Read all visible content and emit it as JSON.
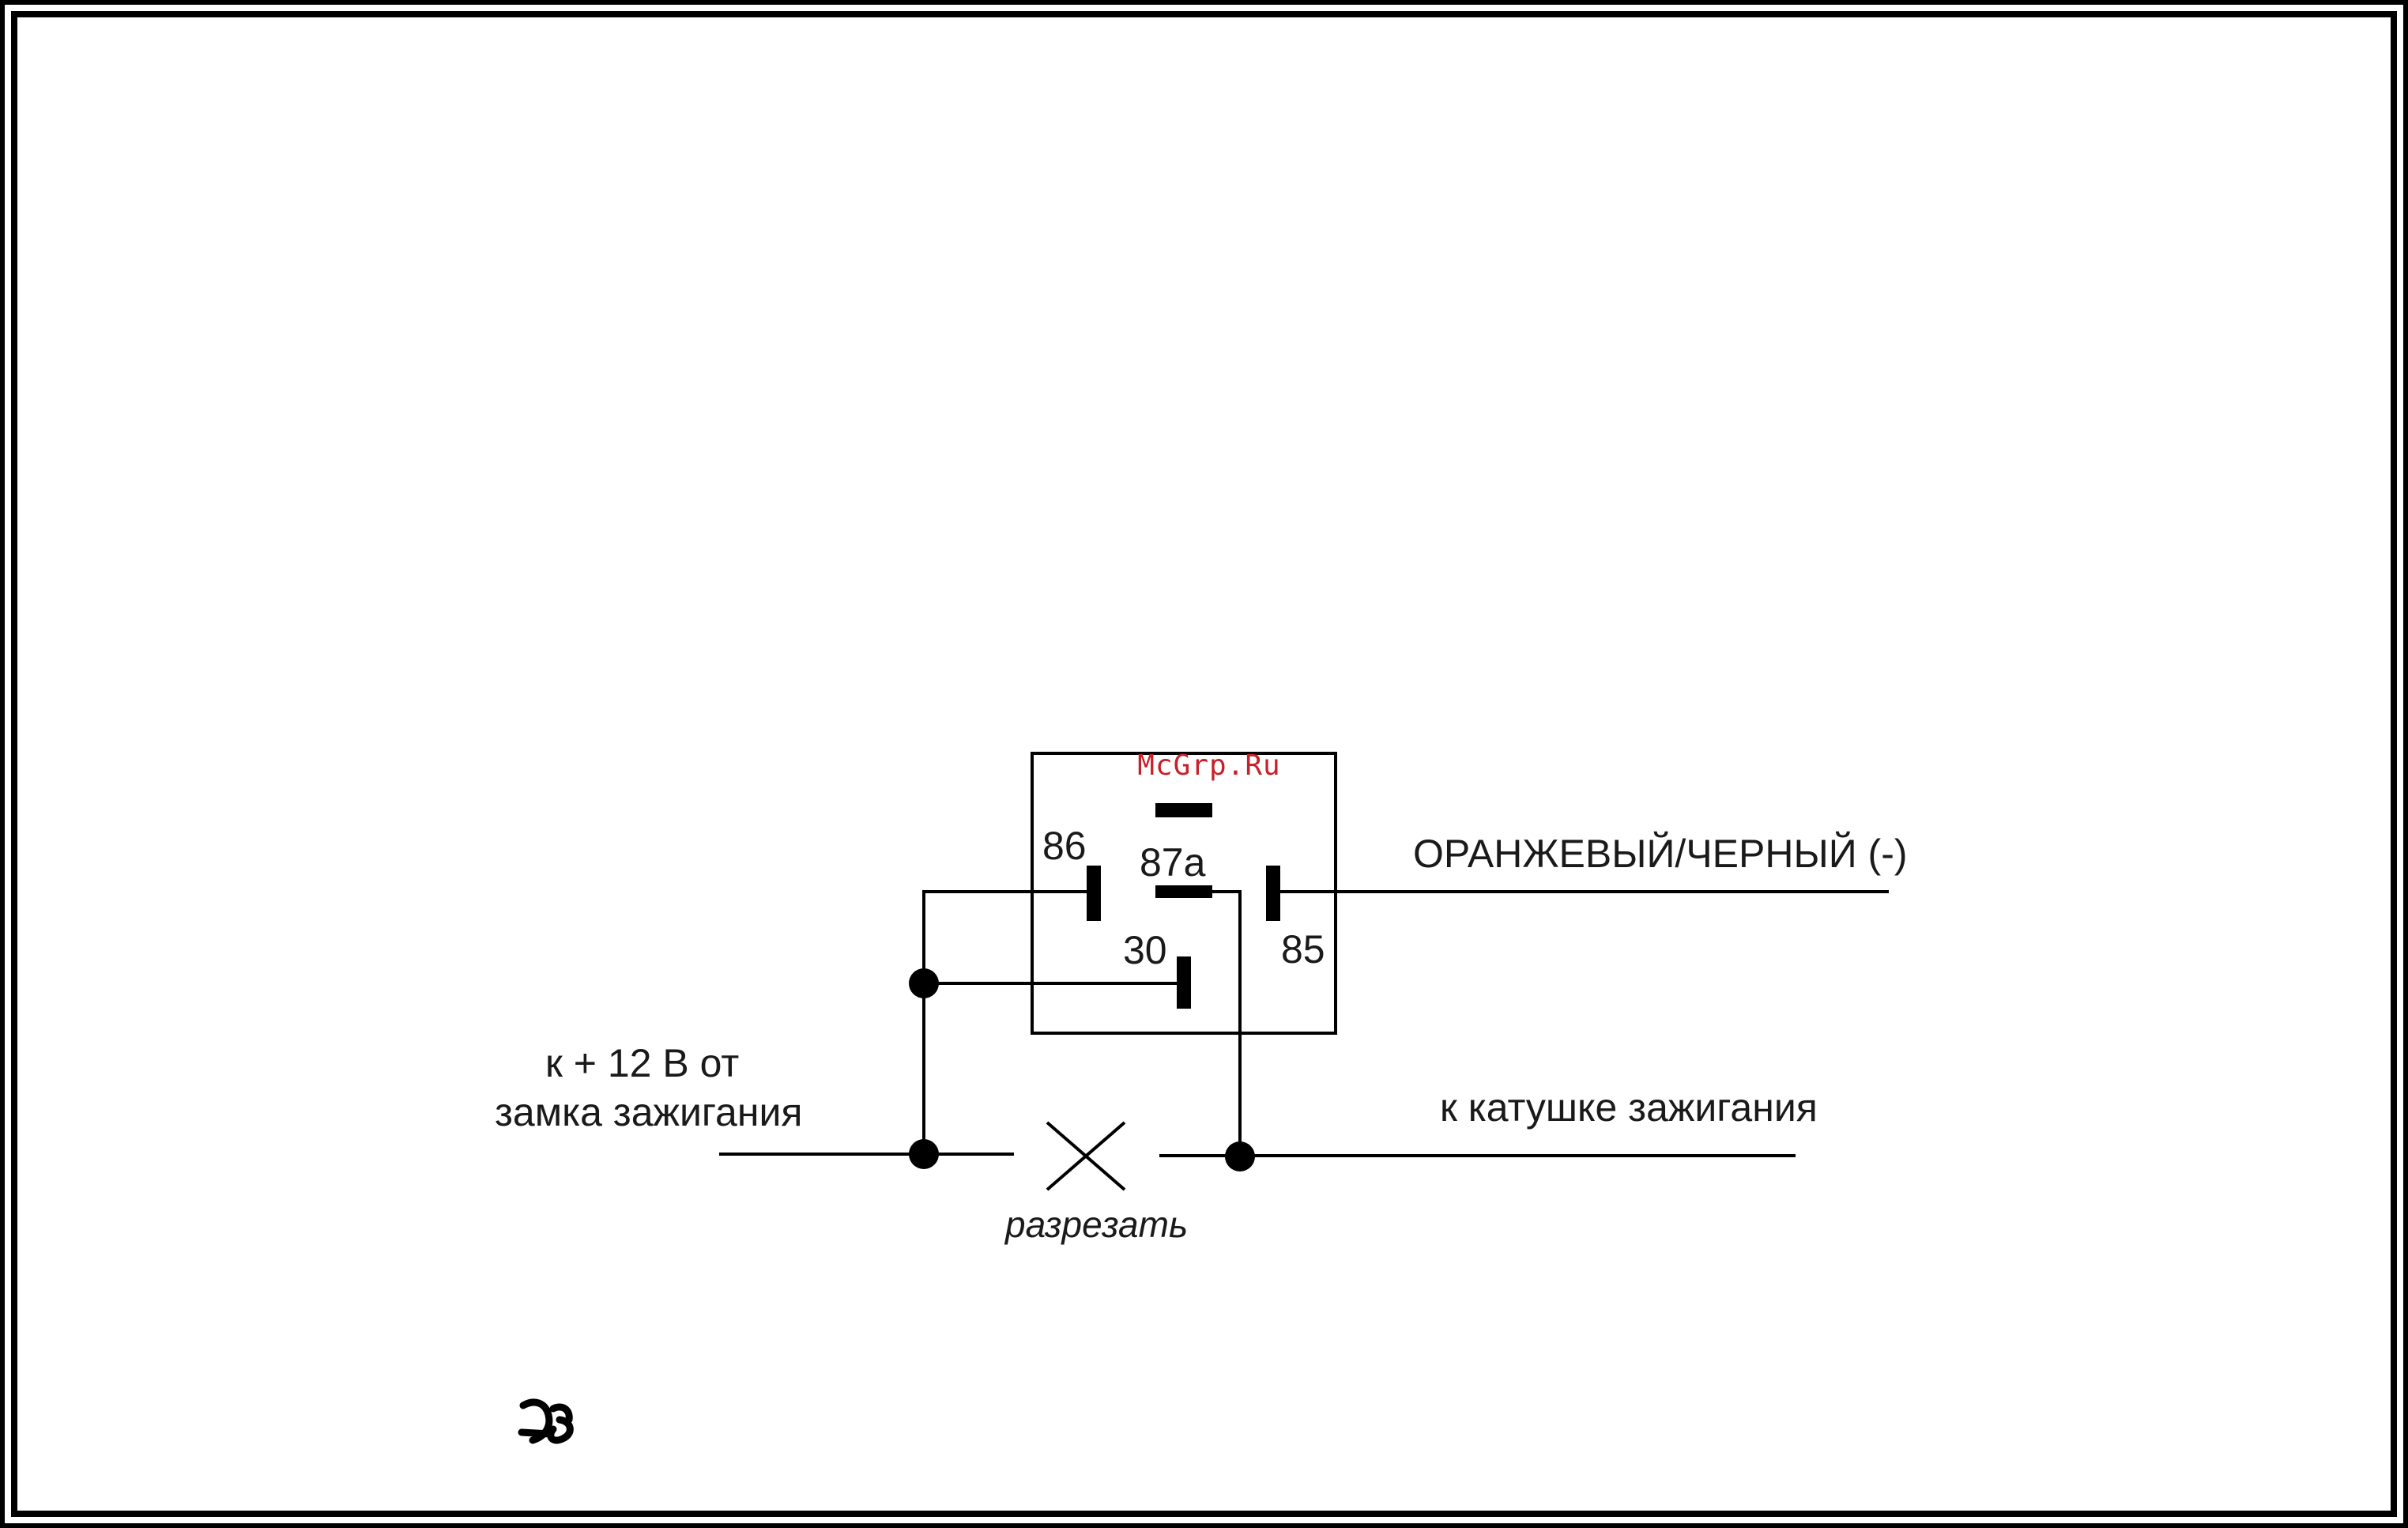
{
  "watermark": {
    "text": "McGrp.Ru",
    "color": "#c8202a"
  },
  "relay": {
    "pins": {
      "p86": "86",
      "p87a": "87a",
      "p30": "30",
      "p85": "85"
    }
  },
  "labels": {
    "ground_wire": "ОРАНЖЕВЫЙ/ЧЕРНЫЙ (-)",
    "source_line1": "к + 12 В от",
    "source_line2": "замка зажигания",
    "coil": "к катушке зажигания",
    "cut": "разрезать"
  },
  "colors": {
    "line": "#000000",
    "text": "#1a1a1a",
    "background": "#ffffff"
  },
  "icons": {
    "corner_symbol": "logo-glyph-icon"
  }
}
